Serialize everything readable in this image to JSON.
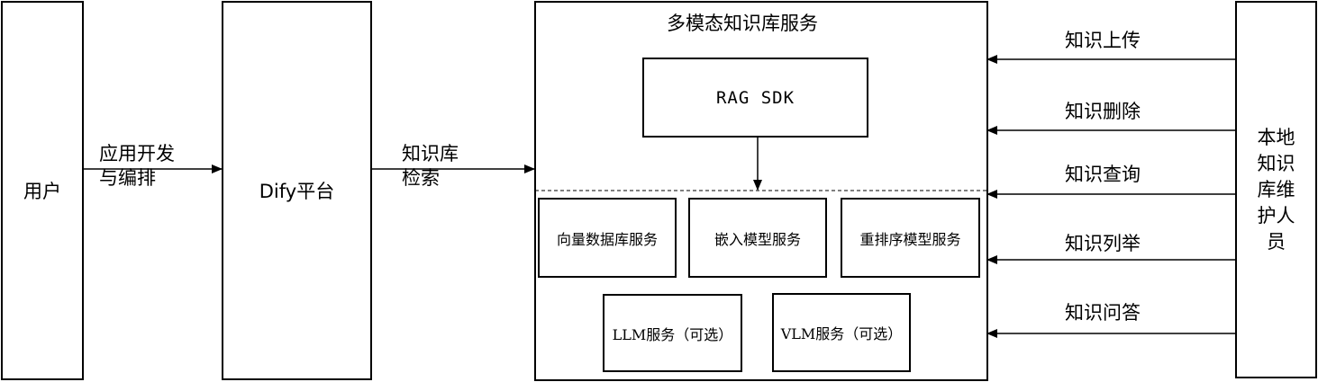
{
  "nodes": {
    "user": "用户",
    "dify": "Dify平台",
    "kb_service_title": "多模态知识库服务",
    "rag_sdk": "RAG SDK",
    "vector_db": "向量数据库服务",
    "embedding": "嵌入模型服务",
    "rerank": "重排序模型服务",
    "llm": "LLM服务（可选）",
    "vlm": "VLM服务（可选）",
    "maintainer": [
      "本地",
      "知识",
      "库维",
      "护人",
      "员"
    ]
  },
  "edges": {
    "user_to_dify": [
      "应用开发",
      "与编排"
    ],
    "dify_to_kb": [
      "知识库",
      "检索"
    ],
    "upload": "知识上传",
    "delete": "知识删除",
    "query": "知识查询",
    "list": "知识列举",
    "qa": "知识问答"
  }
}
